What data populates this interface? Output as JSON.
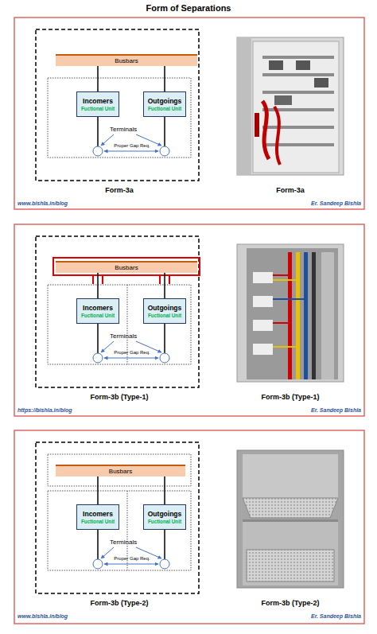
{
  "diagram": {
    "title": "Form of Separations",
    "nodes": [
      {
        "text": [
          "Busbars"
        ]
      },
      {
        "text": [
          "Incomers",
          "Fuctional Unit"
        ]
      },
      {
        "text": [
          "Outgoings",
          "Fuctional Unit"
        ]
      },
      {
        "text": [
          "Busbars"
        ]
      },
      {
        "text": [
          "Incomers",
          "Fuctional Unit"
        ]
      },
      {
        "text": [
          "Outgoings",
          "Fuctional Unit"
        ]
      },
      {
        "text": [
          "Busbars"
        ]
      },
      {
        "text": [
          "Incomers",
          "Fuctional Unit"
        ]
      },
      {
        "text": [
          "Outgoings",
          "Fuctional Unit"
        ]
      }
    ],
    "edges": [
      {
        "from": 0,
        "to": 1,
        "arrow": "none"
      },
      {
        "from": 0,
        "to": 2,
        "arrow": "none"
      },
      {
        "from": 3,
        "to": 4,
        "arrow": "none"
      },
      {
        "from": 3,
        "to": 5,
        "arrow": "none"
      },
      {
        "from": 6,
        "to": 7,
        "arrow": "none"
      },
      {
        "from": 6,
        "to": 8,
        "arrow": "none"
      }
    ],
    "labels": [
      "Terminals",
      "Proper Gap Req.",
      "Form-3a",
      "Form-3a",
      "www.bishla.in/blog",
      "Er. Sandeep Bishla",
      "Terminals",
      "Proper Gap Req.",
      "Form-3b (Type-1)",
      "Form-3b (Type-1)",
      "https://bishla.in/blog",
      "Er. Sandeep Bishla",
      "Terminals",
      "Proper Gap Req.",
      "Form-3b (Type-2)",
      "Form-3b (Type-2)",
      "www.bishla.in/blog",
      "Er. Sandeep Bishla"
    ]
  }
}
